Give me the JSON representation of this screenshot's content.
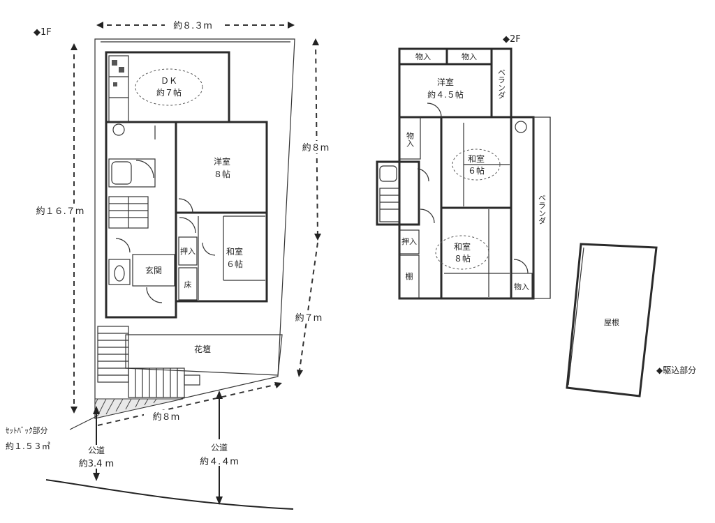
{
  "floor1": {
    "title": "◆1F",
    "dims": {
      "top": "約８.３m",
      "right_upper": "約８m",
      "right_lower": "約７m",
      "left": "約１６.７m",
      "bottom": "約８m"
    },
    "rooms": {
      "dk": [
        "ＤＫ",
        "約７帖"
      ],
      "western": [
        "洋室",
        "８帖"
      ],
      "japanese": [
        "和室",
        "６帖"
      ],
      "oshiire": "押入",
      "entrance": "玄関",
      "toko": "床",
      "garden": "花壇"
    },
    "setback": [
      "ｾｯﾄﾊﾞｯｸ部分",
      "約１.５３㎡"
    ],
    "road_left": [
      "公道",
      "約3.4 m"
    ],
    "road_right": [
      "公道",
      "約４.４m"
    ]
  },
  "floor2": {
    "title": "◆2F",
    "rooms": {
      "closet1": "物入",
      "closet2": "物入",
      "veranda_top": "ベランダ",
      "western": [
        "洋室",
        "約４.５帖"
      ],
      "closet_left": "物入",
      "japanese6": [
        "和室",
        "６帖"
      ],
      "veranda_right": "ベランダ",
      "oshiire": "押入",
      "japanese8": [
        "和室",
        "８帖"
      ],
      "closet_bottom": "物入",
      "toko": "棚"
    }
  },
  "annex": {
    "roof": "屋根",
    "label": "◆駆込部分"
  }
}
